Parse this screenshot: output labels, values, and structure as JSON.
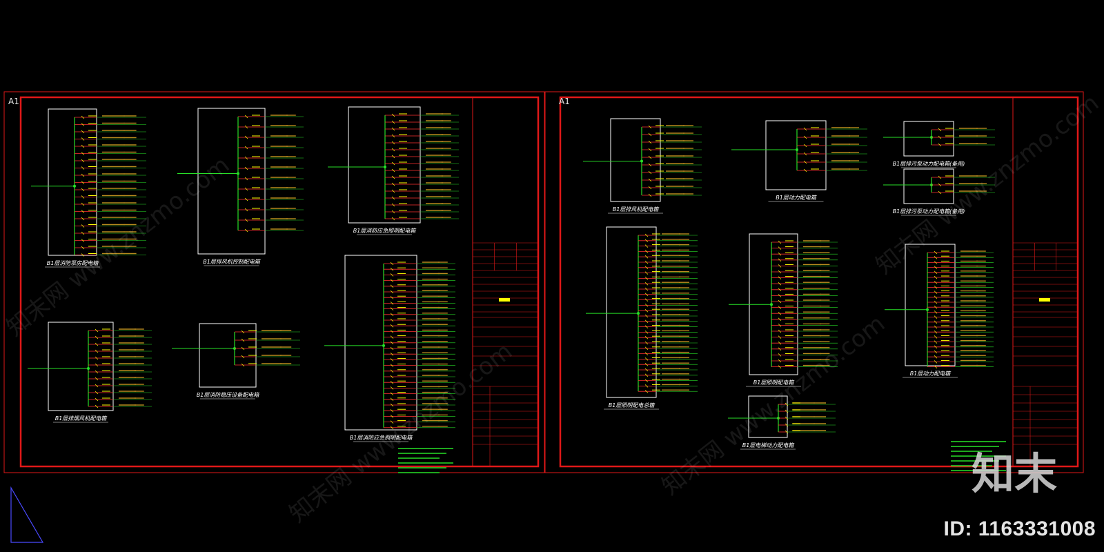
{
  "sheets": [
    {
      "label": "A1",
      "diagrams": [
        {
          "caption": "B1层消防泵房配电箱"
        },
        {
          "caption": "B1层排风机控制配电箱"
        },
        {
          "caption": "B1层消防应急照明配电箱"
        },
        {
          "caption": "B1层消防应急照明配电箱"
        },
        {
          "caption": "B1层排烟风机配电箱"
        },
        {
          "caption": "B1层消防稳压设备配电箱"
        }
      ]
    },
    {
      "label": "A1",
      "diagrams": [
        {
          "caption": "B1层排风机配电箱"
        },
        {
          "caption": "B1层动力配电箱"
        },
        {
          "caption": "B1层排污泵动力配电箱(备用)"
        },
        {
          "caption": "B1层排污泵动力配电箱(备用)"
        },
        {
          "caption": "B1层照明配电总箱"
        },
        {
          "caption": "B1层照明配电箱"
        },
        {
          "caption": "B1层电梯动力配电箱"
        },
        {
          "caption": "B1层动力配电箱"
        }
      ]
    }
  ],
  "watermark": {
    "logo": "知末",
    "id_text": "ID: 1163331008",
    "diagonal": "知末网 www.znzmo.com"
  },
  "colors": {
    "background": "#000000",
    "frame": "#e01818",
    "wire": "#ff3030",
    "outline": "#ffffff",
    "green": "#27e027",
    "yellow": "#ffff00",
    "annotation": "#b88a1e"
  }
}
